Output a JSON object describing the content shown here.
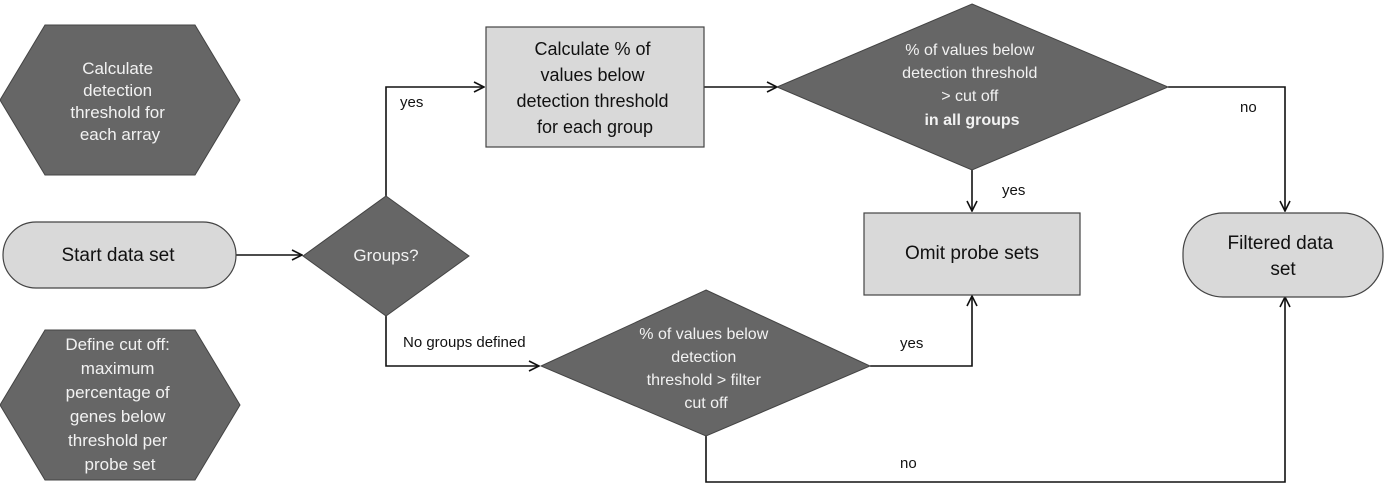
{
  "colors": {
    "dark_shape": "#666666",
    "light_shape": "#d9d9d9",
    "stroke": "#444444",
    "line": "#111111"
  },
  "nodes": {
    "calc_threshold": {
      "lines": [
        "Calculate",
        "detection",
        "threshold for",
        "each array"
      ]
    },
    "start": {
      "lines": [
        "Start data set"
      ]
    },
    "define_cutoff": {
      "lines": [
        "Define cut off:",
        "maximum",
        "percentage of",
        "genes below",
        "threshold per",
        "probe set"
      ]
    },
    "groups_decision": {
      "lines": [
        "Groups?"
      ]
    },
    "calc_percent": {
      "lines": [
        "Calculate  % of",
        "values  below",
        "detection threshold",
        "for each group"
      ]
    },
    "all_groups_decision": {
      "lines": [
        "% of values below",
        "detection threshold",
        "> cut off"
      ],
      "bold_line": "in all groups"
    },
    "omit": {
      "lines": [
        "Omit probe sets"
      ]
    },
    "filtered": {
      "lines": [
        "Filtered data",
        "set"
      ]
    },
    "filter_decision": {
      "lines": [
        "% of values below",
        "detection",
        "threshold > filter",
        "cut off"
      ]
    }
  },
  "edge_labels": {
    "groups_yes": "yes",
    "groups_no": "No groups defined",
    "all_groups_no": "no",
    "all_groups_yes": "yes",
    "filter_yes": "yes",
    "filter_no": "no"
  }
}
